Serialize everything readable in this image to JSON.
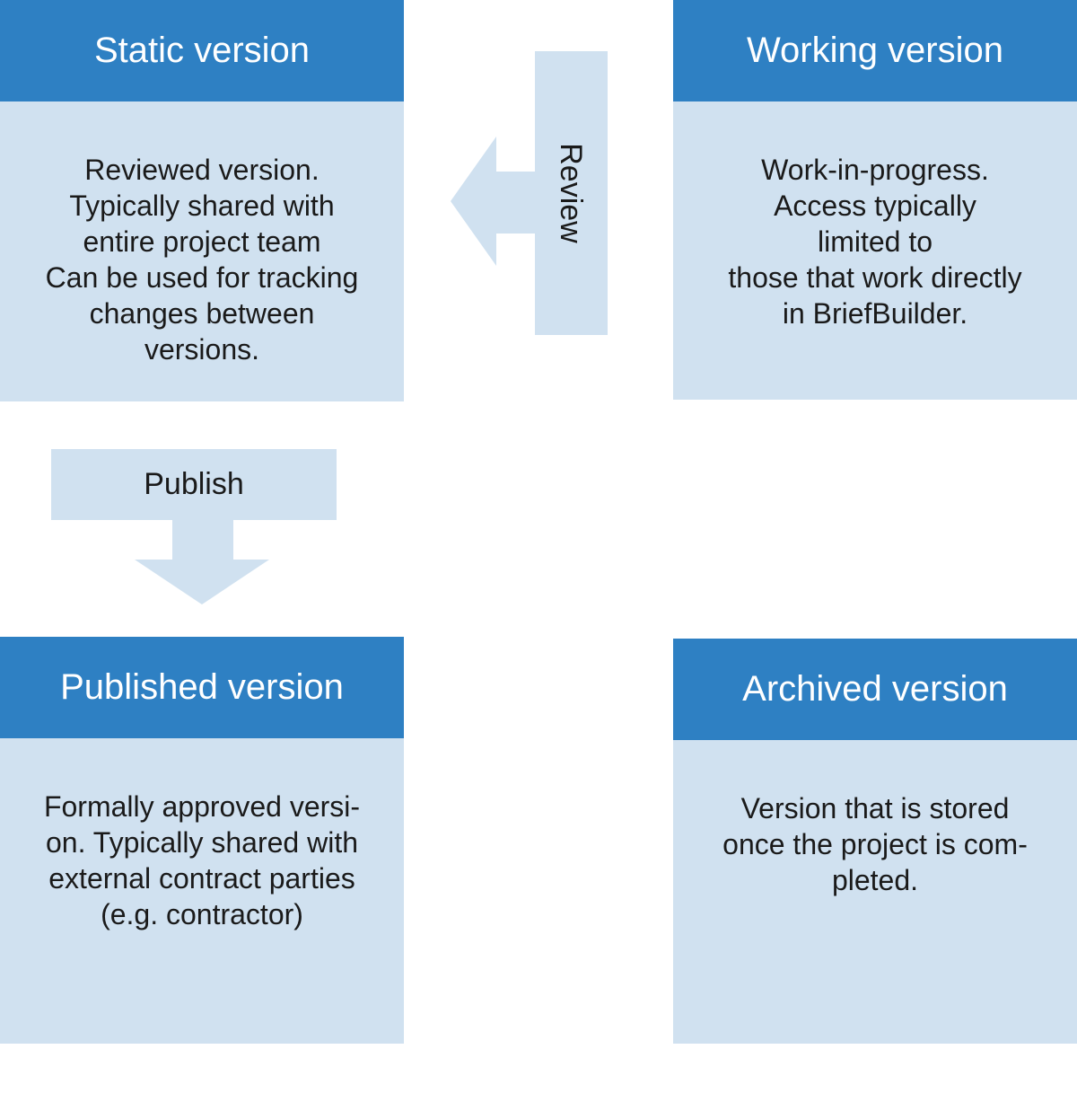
{
  "colors": {
    "header_blue": "#2E80C3",
    "light_blue": "#D0E1F0",
    "title_text": "#FFFFFF",
    "body_text": "#1A1A1A",
    "background": "#FFFFFF"
  },
  "boxes": {
    "static": {
      "title": "Static version",
      "body": "Reviewed version.\nTypically shared with\nentire project team\nCan be used for tracking\nchanges between\nversions."
    },
    "working": {
      "title": "Working version",
      "body": "Work-in-progress.\nAccess typically\nlimited to\nthose that work directly\nin BriefBuilder."
    },
    "published": {
      "title": "Published version",
      "body": "Formally approved versi-\non. Typically shared with\nexternal contract parties\n(e.g. contractor)"
    },
    "archived": {
      "title": "Archived version",
      "body": "Version that is stored\nonce the project is com-\npleted."
    }
  },
  "arrows": {
    "review": {
      "label": "Review"
    },
    "publish": {
      "label": "Publish"
    }
  }
}
